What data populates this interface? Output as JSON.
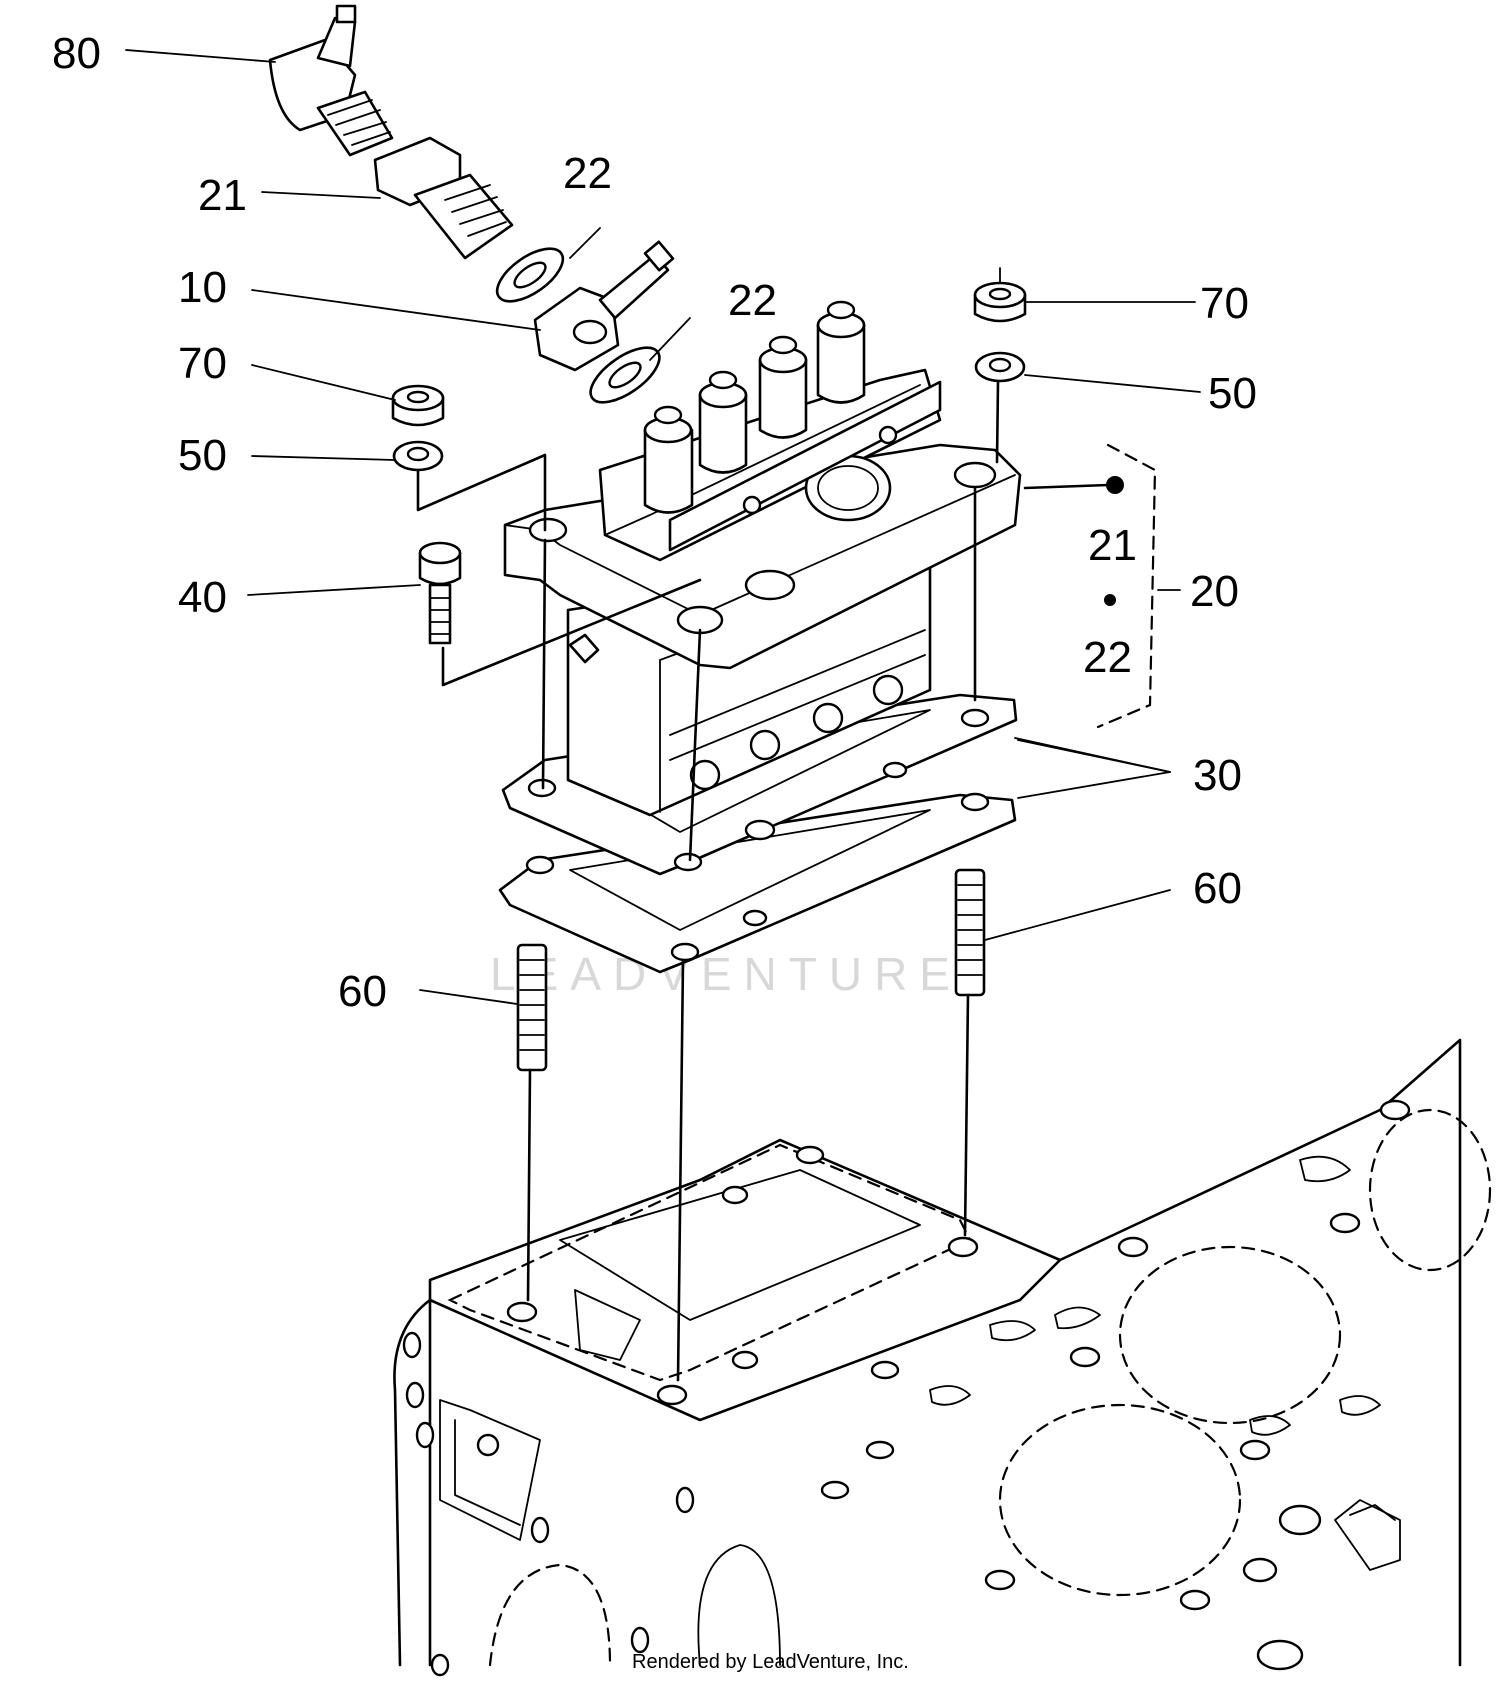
{
  "callouts": {
    "c80": "80",
    "c21a": "21",
    "c22a": "22",
    "c10": "10",
    "c22b": "22",
    "c70a": "70",
    "c50a": "50",
    "c40": "40",
    "c70b": "70",
    "c50b": "50",
    "c21b": "21",
    "c20": "20",
    "c22c": "22",
    "c30": "30",
    "c60a": "60",
    "c60b": "60"
  },
  "watermark": "LEADVENTURE",
  "credit": "Rendered by LeadVenture, Inc."
}
